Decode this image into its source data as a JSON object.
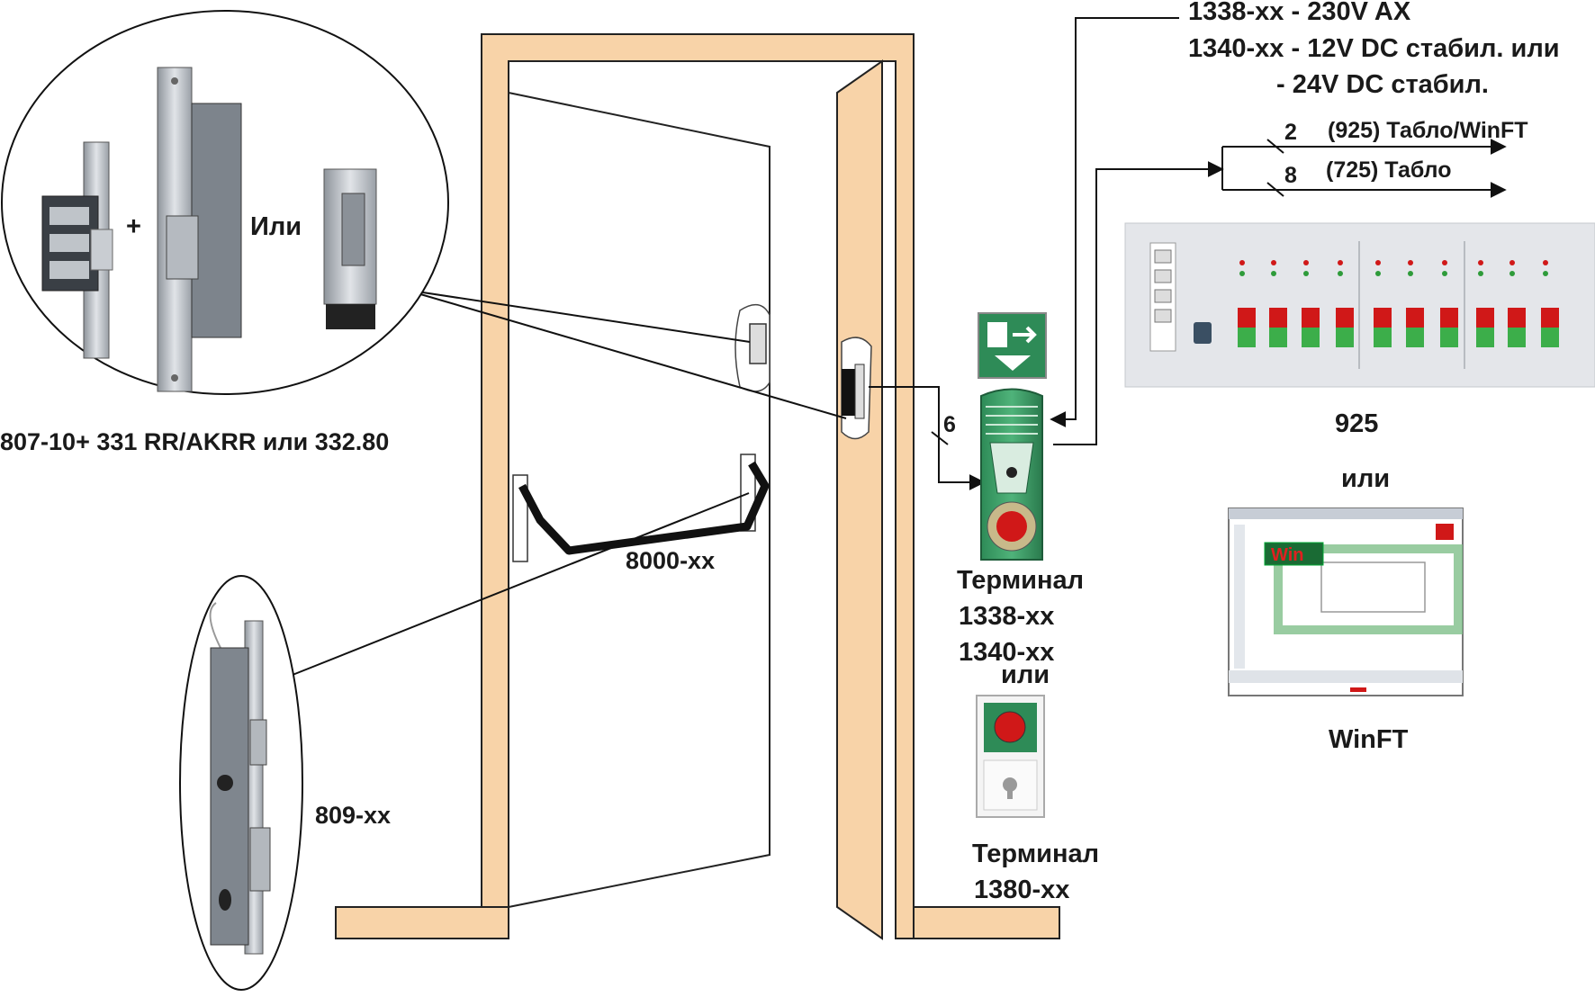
{
  "power": {
    "line1": "1338-xx - 230V AX",
    "line2": "1340-xx - 12V DC стабил. или",
    "line3": "- 24V DC стабил."
  },
  "bus": {
    "wire_count_a": "2",
    "label_a": "(925) Табло/WinFT",
    "wire_count_b": "8",
    "label_b": "(725) Табло"
  },
  "strike": {
    "plus": "+",
    "or": "Или",
    "caption": "807-10+ 331 RR/AKRR или 332.80"
  },
  "panic_bar": {
    "caption": "8000-xx"
  },
  "mortise_lock": {
    "caption": "809-xx"
  },
  "cable": {
    "wire_count": "6"
  },
  "terminal_main": {
    "title": "Терминал",
    "model_a": "1338-xx",
    "model_b": "1340-xx",
    "or": "или"
  },
  "terminal_alt": {
    "title": "Терминал",
    "model": "1380-xx"
  },
  "panel_925": {
    "caption": "925",
    "or": "или"
  },
  "winft": {
    "caption": "WinFT",
    "logo": "Win"
  },
  "colors": {
    "frame": "#f8d3a8",
    "terminal_green": "#2e8b57",
    "button_red": "#d01818",
    "panel_grey": "#e4e6ea"
  }
}
